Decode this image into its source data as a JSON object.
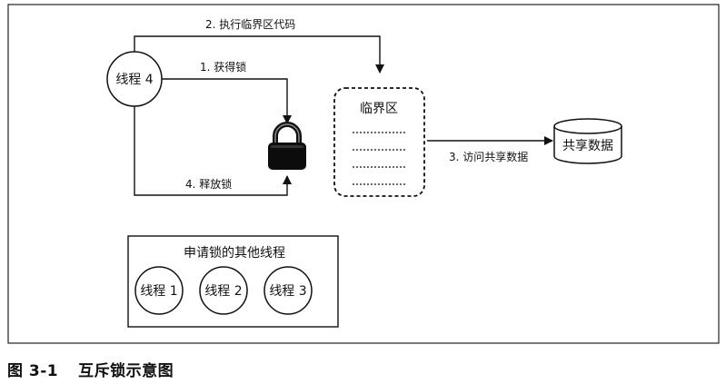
{
  "diagram": {
    "thread4": "线程 4",
    "critical_section": "临界区",
    "shared_data": "共享数据",
    "step1": "1. 获得锁",
    "step2": "2. 执行临界区代码",
    "step3": "3. 访问共享数据",
    "step4": "4. 释放锁",
    "other_threads_title": "申请锁的其他线程",
    "thread1": "线程 1",
    "thread2": "线程 2",
    "thread3": "线程 3",
    "lock_icon": "padlock-icon",
    "database_icon": "database-cylinder-icon"
  },
  "caption": {
    "number": "图 3-1",
    "title": "互斥锁示意图"
  }
}
